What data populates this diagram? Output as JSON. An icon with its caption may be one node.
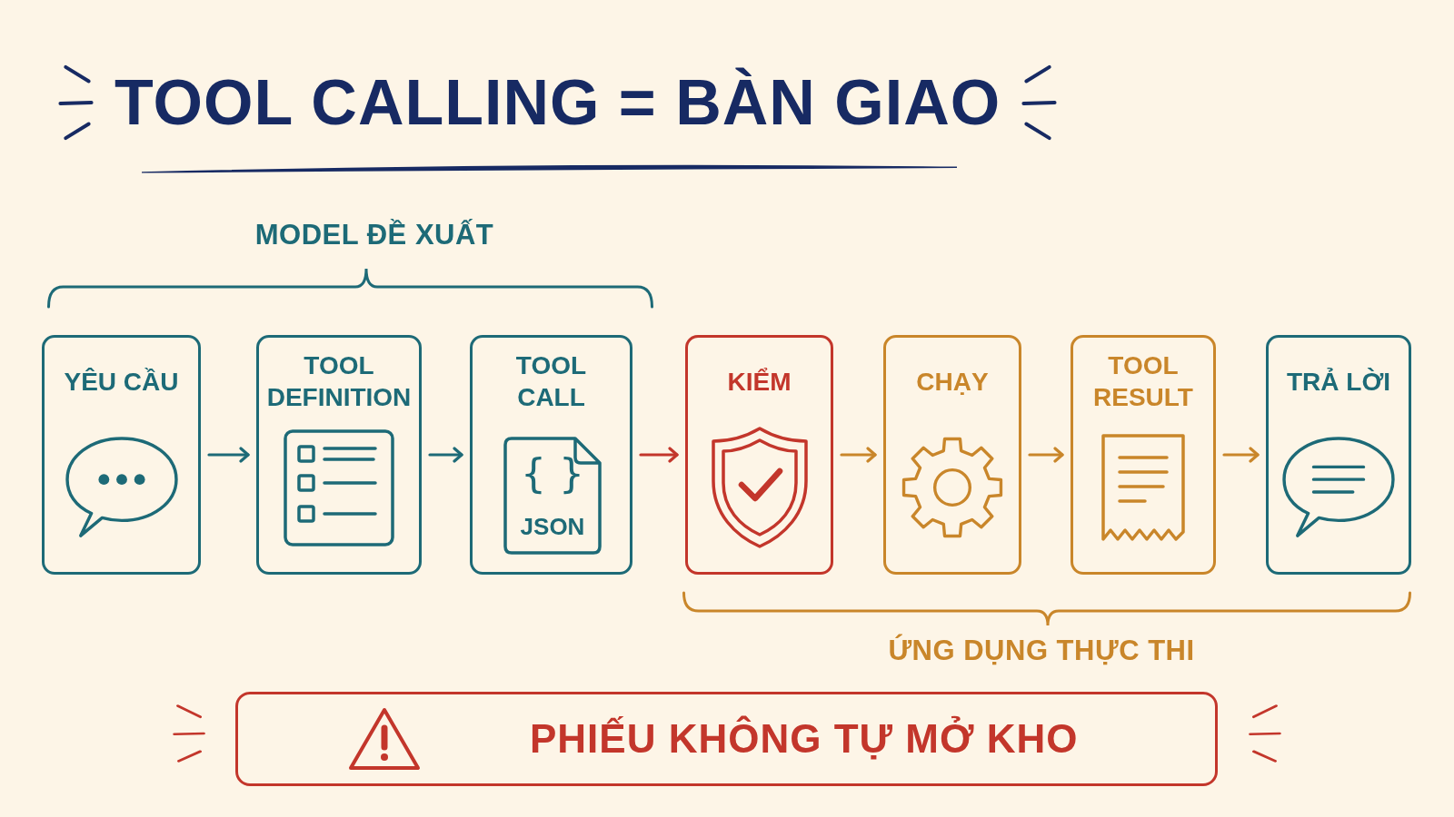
{
  "diagram": {
    "title": "TOOL CALLING = BÀN GIAO",
    "nodes": [
      {
        "text": [
          "YÊU CẦU"
        ]
      },
      {
        "text": [
          "TOOL DEFINITION"
        ]
      },
      {
        "text": [
          "TOOL CALL"
        ]
      },
      {
        "text": [
          "{ }",
          "JSON"
        ],
        "in": 2
      },
      {
        "text": [
          "KIỂM"
        ]
      },
      {
        "text": [
          "CHẠY"
        ]
      },
      {
        "text": [
          "TOOL RESULT"
        ]
      },
      {
        "text": [
          "TRẢ LỜI"
        ]
      },
      {
        "text": [
          "PHIẾU KHÔNG TỰ MỞ KHO"
        ]
      }
    ],
    "edges": [
      {
        "from": 0,
        "to": 1,
        "arrow": "to",
        "color": "#1d6a77"
      },
      {
        "from": 1,
        "to": 2,
        "arrow": "to",
        "color": "#1d6a77"
      },
      {
        "from": 2,
        "to": 4,
        "arrow": "to",
        "color": "#c3362b"
      },
      {
        "from": 4,
        "to": 5,
        "arrow": "to"
      },
      {
        "from": 5,
        "to": 6,
        "arrow": "to"
      },
      {
        "from": 6,
        "to": 7,
        "arrow": "to"
      }
    ],
    "labels": [
      "MODEL ĐỀ XUẤT",
      "ỨNG DỤNG THỰC THI"
    ]
  }
}
